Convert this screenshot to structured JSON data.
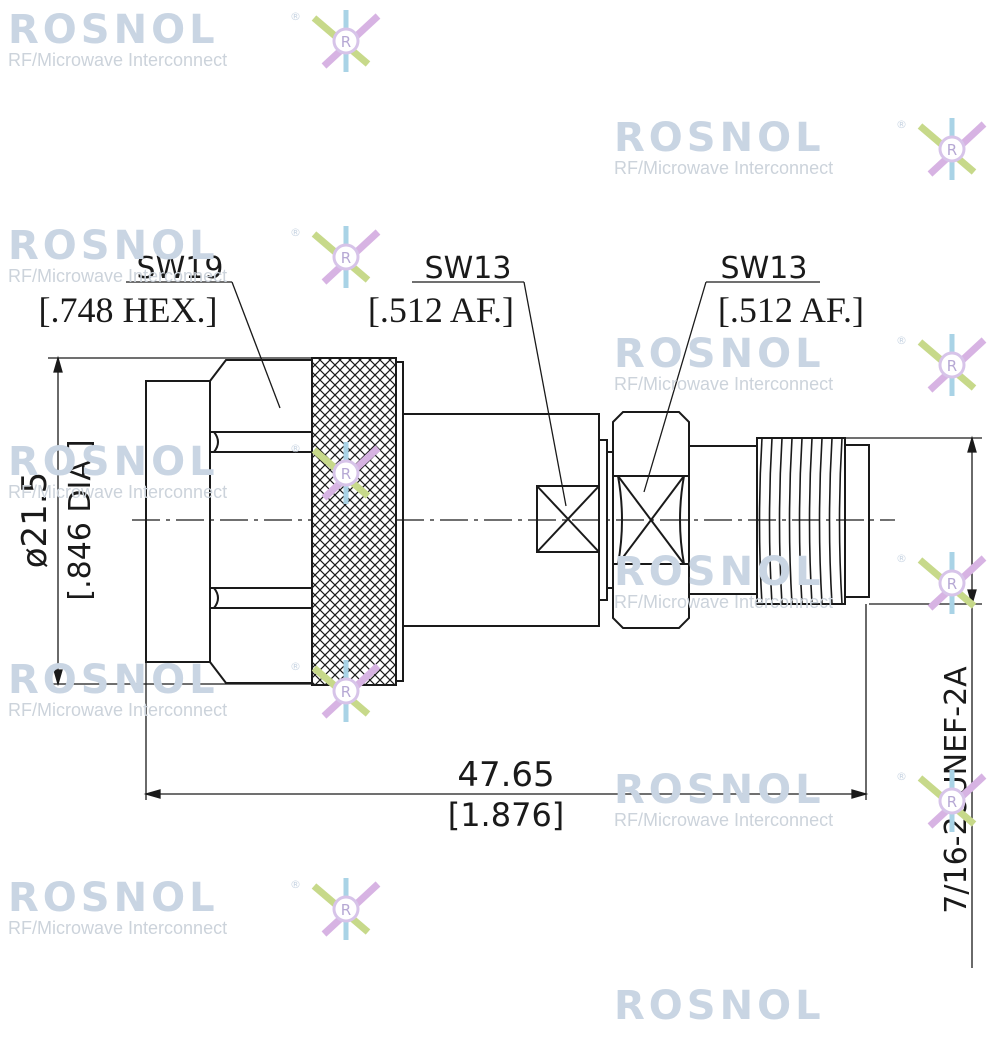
{
  "watermark": {
    "brand": "ROSNOL",
    "registered": "®",
    "tagline": "RF/Microwave Interconnect",
    "logo_letter": "R"
  },
  "labels": {
    "sw19": "SW19",
    "sw19_size": "[.748 HEX.]",
    "sw13_a": "SW13",
    "sw13_a_size": "[.512 AF.]",
    "sw13_b": "SW13",
    "sw13_b_size": "[.512 AF.]",
    "diameter_mm": "ø21.5",
    "diameter_in": "[.846 DIA.]",
    "length_mm": "47.65",
    "length_in": "[1.876]",
    "thread": "7/16-28UNEF-2A"
  },
  "colors": {
    "line": "#1a1a1a",
    "watermark_text": "#c9d5e3"
  }
}
